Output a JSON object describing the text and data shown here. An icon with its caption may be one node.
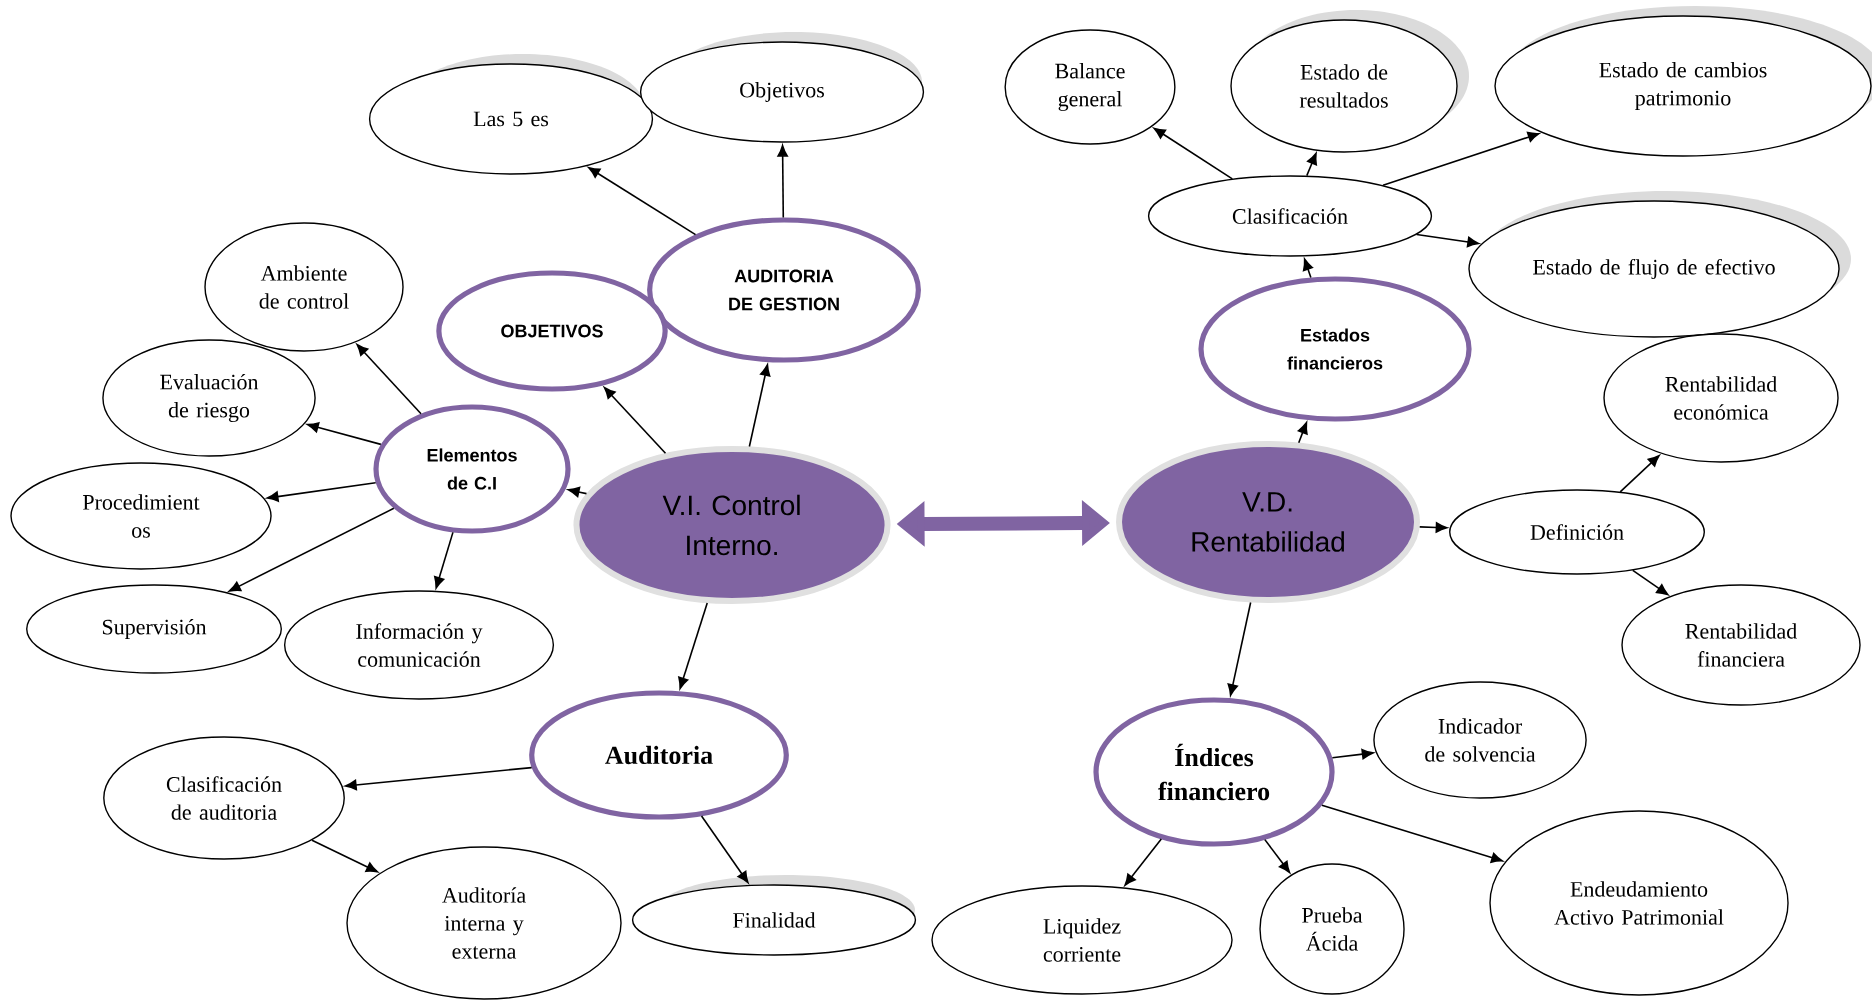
{
  "diagram": {
    "nodes": [
      {
        "text": [
          "Las 5 es"
        ]
      },
      {
        "text": [
          "Objetivos"
        ]
      },
      {
        "text": [
          "Balance general"
        ]
      },
      {
        "text": [
          "Estado de resultados"
        ]
      },
      {
        "text": [
          "Estado de cambios patrimonio"
        ]
      },
      {
        "text": [
          "Clasificación"
        ]
      },
      {
        "text": [
          "Ambiente de control"
        ]
      },
      {
        "text": [
          "AUDITORIA DE GESTION"
        ]
      },
      {
        "text": [
          "Estado de flujo de efectivo"
        ]
      },
      {
        "text": [
          "OBJETIVOS"
        ]
      },
      {
        "text": [
          "Estados financieros"
        ]
      },
      {
        "text": [
          "Evaluación de riesgo"
        ]
      },
      {
        "text": [
          "Rentabilidad económica"
        ]
      },
      {
        "text": [
          "Elementos de C.I"
        ]
      },
      {
        "text": [
          "Procedimient os"
        ]
      },
      {
        "text": [
          "V.I. Control Interno."
        ]
      },
      {
        "text": [
          "V.D. Rentabilidad"
        ]
      },
      {
        "text": [
          "Definición"
        ]
      },
      {
        "text": [
          "Supervisión"
        ]
      },
      {
        "text": [
          "Información y comunicación"
        ]
      },
      {
        "text": [
          "Rentabilidad financiera"
        ]
      },
      {
        "text": [
          "Indicador de solvencia"
        ]
      },
      {
        "text": [
          "Auditoria"
        ]
      },
      {
        "text": [
          "Índices financiero"
        ]
      },
      {
        "text": [
          "Clasificación de auditoria"
        ]
      },
      {
        "text": [
          "Finalidad"
        ]
      },
      {
        "text": [
          "Auditoría interna y externa"
        ]
      },
      {
        "text": [
          "Endeudamiento Activo Patrimonial"
        ]
      },
      {
        "text": [
          "Prueba Ácida"
        ]
      },
      {
        "text": [
          "Liquidez corriente"
        ]
      }
    ],
    "edges": [
      {
        "from": 15,
        "to": 13,
        "arrow": "to"
      },
      {
        "from": 15,
        "to": 9,
        "arrow": "to"
      },
      {
        "from": 15,
        "to": 7,
        "arrow": "to"
      },
      {
        "from": 7,
        "to": 1,
        "arrow": "to"
      },
      {
        "from": 7,
        "to": 0,
        "arrow": "to"
      },
      {
        "from": 13,
        "to": 6,
        "arrow": "to"
      },
      {
        "from": 13,
        "to": 11,
        "arrow": "to"
      },
      {
        "from": 13,
        "to": 14,
        "arrow": "to"
      },
      {
        "from": 13,
        "to": 18,
        "arrow": "to"
      },
      {
        "from": 13,
        "to": 19,
        "arrow": "to"
      },
      {
        "from": 15,
        "to": 22,
        "arrow": "to"
      },
      {
        "from": 22,
        "to": 24,
        "arrow": "to"
      },
      {
        "from": 22,
        "to": 25,
        "arrow": "to"
      },
      {
        "from": 24,
        "to": 26,
        "arrow": "to"
      },
      {
        "from": 15,
        "to": 16,
        "arrow": "both",
        "style": "thick",
        "color": "#8064a2"
      },
      {
        "from": 16,
        "to": 10,
        "arrow": "to"
      },
      {
        "from": 10,
        "to": 5,
        "arrow": "to"
      },
      {
        "from": 5,
        "to": 2,
        "arrow": "to"
      },
      {
        "from": 5,
        "to": 3,
        "arrow": "to"
      },
      {
        "from": 5,
        "to": 4,
        "arrow": "to"
      },
      {
        "from": 5,
        "to": 8,
        "arrow": "to"
      },
      {
        "from": 16,
        "to": 17,
        "arrow": "to"
      },
      {
        "from": 17,
        "to": 12,
        "arrow": "to"
      },
      {
        "from": 17,
        "to": 20,
        "arrow": "to"
      },
      {
        "from": 16,
        "to": 23,
        "arrow": "to"
      },
      {
        "from": 23,
        "to": 21,
        "arrow": "to"
      },
      {
        "from": 23,
        "to": 29,
        "arrow": "to"
      },
      {
        "from": 23,
        "to": 28,
        "arrow": "to"
      },
      {
        "from": 23,
        "to": 27,
        "arrow": "to"
      }
    ]
  }
}
